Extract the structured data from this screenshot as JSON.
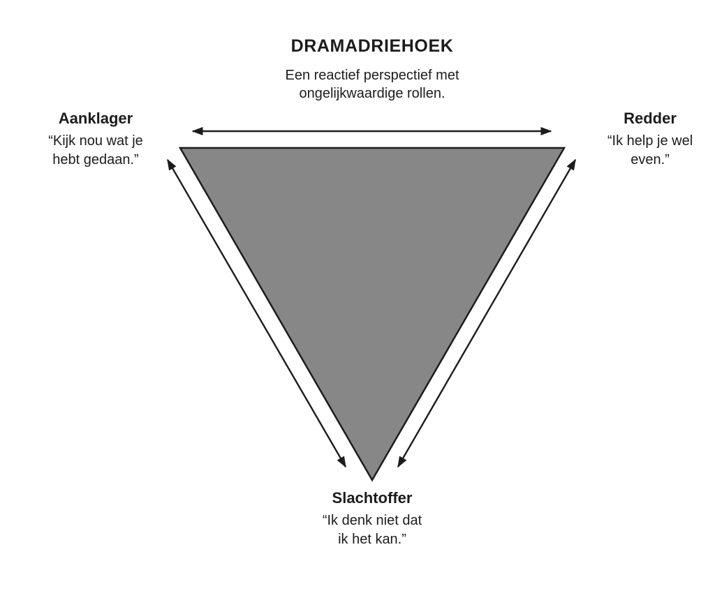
{
  "header": {
    "title": "DRAMADRIEHOEK",
    "subtitle_lines": [
      "Een reactief perspectief met",
      "ongelijkwaardige rollen."
    ]
  },
  "roles": {
    "accuser": {
      "name": "Aanklager",
      "quote_lines": [
        "“Kijk nou wat je",
        "hebt gedaan.”"
      ]
    },
    "rescuer": {
      "name": "Redder",
      "quote_lines": [
        "“Ik help je wel",
        "even.”"
      ]
    },
    "victim": {
      "name": "Slachtoffer",
      "quote_lines": [
        "“Ik denk niet dat",
        "ik het kan.”"
      ]
    }
  },
  "diagram": {
    "shape": "inverted-triangle",
    "connections": [
      "Aanklager ↔ Redder",
      "Aanklager ↔ Slachtoffer",
      "Redder ↔ Slachtoffer"
    ],
    "colors": {
      "triangle_fill": "#878787",
      "line": "#1c1c1c",
      "text": "#1c1c1c",
      "background": "#ffffff"
    }
  }
}
